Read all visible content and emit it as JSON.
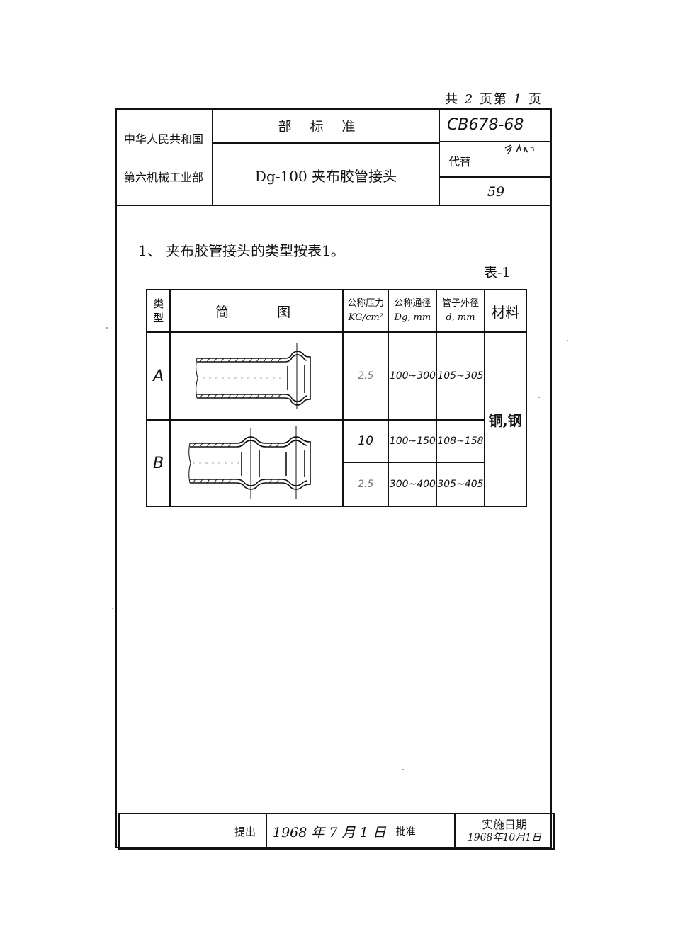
{
  "page_indicator": {
    "total_prefix": "共",
    "total": "2",
    "total_suffix": "页",
    "current_prefix": "第",
    "current": "1",
    "current_suffix": "页"
  },
  "header": {
    "org_line1": "中华人民共和国",
    "org_line2": "第六机械工业部",
    "standard_type": "部标准",
    "title": "Dg-100 夹布胶管接头",
    "code": "CB678-68",
    "replaces_label": "代替",
    "replaces_note": "",
    "page_number": "59"
  },
  "section": {
    "text": "1、 夹布胶管接头的类型按表1。",
    "table_caption": "表-1"
  },
  "table": {
    "headers": {
      "type": "类型",
      "sketch": "简　　图",
      "pressure_line1": "公称压力",
      "pressure_line2": "KG/cm²",
      "dn_line1": "公称通径",
      "dn_line2": "Dg, mm",
      "od_line1": "管子外径",
      "od_line2": "d, mm",
      "material": "材料"
    },
    "rows": [
      {
        "type": "A",
        "pressure": "2.5",
        "dn": "100~300",
        "od": "105~305"
      },
      {
        "type": "B",
        "pressure": "10",
        "dn": "100~150",
        "od": "108~158"
      },
      {
        "type": "",
        "pressure": "2.5",
        "dn": "300~400",
        "od": "305~405"
      }
    ],
    "material": "铜,钢"
  },
  "footer": {
    "proposed_label": "提出",
    "approved_date": "1968 年 7 月 1 日",
    "approved_label": "批准",
    "effective_label": "实施日期",
    "effective_date": "1968年10月1日"
  }
}
